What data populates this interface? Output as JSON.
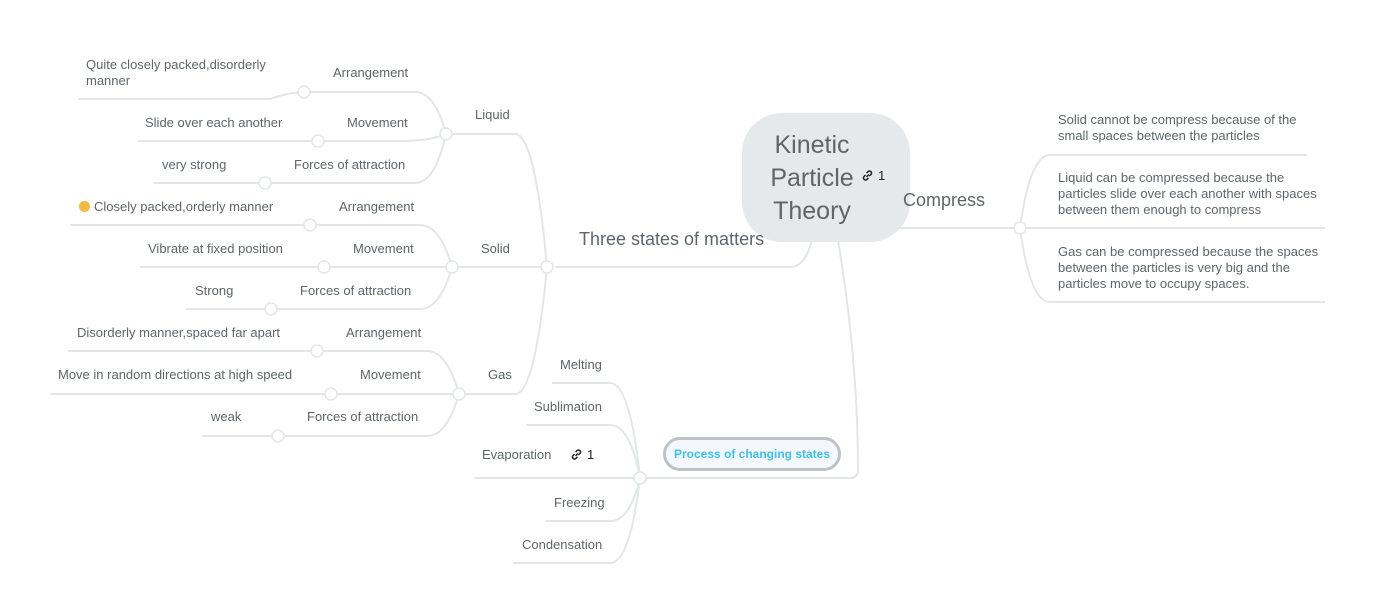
{
  "root": {
    "title": "Kinetic Particle Theory",
    "link_count": "1"
  },
  "branches": {
    "three_states": {
      "label": "Three states of matters",
      "liquid": {
        "label": "Liquid",
        "arrangement": {
          "label": "Arrangement",
          "value": "Quite closely packed,disorderly manner"
        },
        "movement": {
          "label": "Movement",
          "value": "Slide over each another"
        },
        "forces": {
          "label": "Forces of attraction",
          "value": "very strong"
        }
      },
      "solid": {
        "label": "Solid",
        "arrangement": {
          "label": "Arrangement",
          "value": "Closely packed,orderly manner",
          "icon": "neutral-face-emoji"
        },
        "movement": {
          "label": "Movement",
          "value": "Vibrate at fixed position"
        },
        "forces": {
          "label": "Forces of attraction",
          "value": "Strong"
        }
      },
      "gas": {
        "label": "Gas",
        "arrangement": {
          "label": "Arrangement",
          "value": "Disorderly manner,spaced far apart"
        },
        "movement": {
          "label": "Movement",
          "value": "Move in random directions at high speed"
        },
        "forces": {
          "label": "Forces of attraction",
          "value": "weak"
        }
      }
    },
    "compress": {
      "label": "Compress",
      "items": [
        "Solid cannot be compress because of the small spaces between the particles",
        "Liquid can be compressed because the particles slide over each another with spaces between them enough to compress",
        "Gas can be compressed because the spaces between the particles is very big and the particles move to occupy spaces."
      ]
    },
    "process": {
      "label": "Process of changing states",
      "items": [
        "Melting",
        "Sublimation",
        "Evaporation",
        "Freezing",
        "Condensation"
      ],
      "evaporation_link_count": "1"
    }
  },
  "colors": {
    "line": "#e3e6e7",
    "root_bg": "#e6e9ea",
    "text": "#5f6568",
    "process_text": "#3cc2f0",
    "process_border": "#bfc2c5"
  }
}
